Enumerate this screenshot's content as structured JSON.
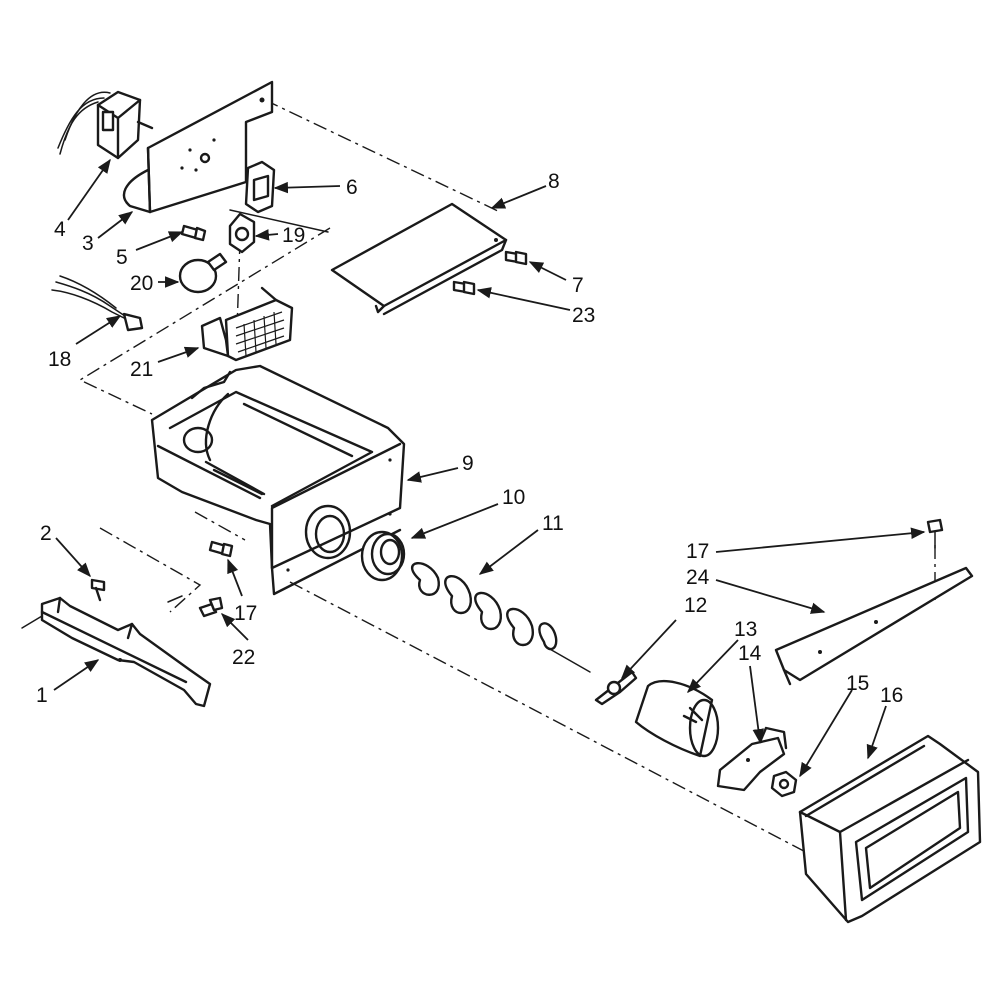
{
  "callouts": [
    {
      "id": "1",
      "label": "1"
    },
    {
      "id": "2",
      "label": "2"
    },
    {
      "id": "3",
      "label": "3"
    },
    {
      "id": "4",
      "label": "4"
    },
    {
      "id": "5",
      "label": "5"
    },
    {
      "id": "6",
      "label": "6"
    },
    {
      "id": "7",
      "label": "7"
    },
    {
      "id": "8",
      "label": "8"
    },
    {
      "id": "9",
      "label": "9"
    },
    {
      "id": "10",
      "label": "10"
    },
    {
      "id": "11",
      "label": "11"
    },
    {
      "id": "12",
      "label": "12"
    },
    {
      "id": "13",
      "label": "13"
    },
    {
      "id": "14",
      "label": "14"
    },
    {
      "id": "15",
      "label": "15"
    },
    {
      "id": "16",
      "label": "16"
    },
    {
      "id": "17",
      "label": "17"
    },
    {
      "id": "17b",
      "label": "17"
    },
    {
      "id": "18",
      "label": "18"
    },
    {
      "id": "19",
      "label": "19"
    },
    {
      "id": "20",
      "label": "20"
    },
    {
      "id": "21",
      "label": "21"
    },
    {
      "id": "22",
      "label": "22"
    },
    {
      "id": "23",
      "label": "23"
    },
    {
      "id": "24",
      "label": "24"
    }
  ],
  "colors": {
    "ink": "#1a1a1a",
    "paper": "#ffffff"
  }
}
